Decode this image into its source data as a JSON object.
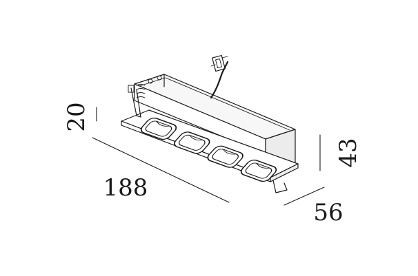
{
  "dimensions": {
    "length": "188",
    "depth": "56",
    "height": "43",
    "flange_height": "20"
  },
  "product": {
    "lamp_count": 4
  },
  "colors": {
    "line": "#1a1a1a",
    "background": "#ffffff"
  }
}
